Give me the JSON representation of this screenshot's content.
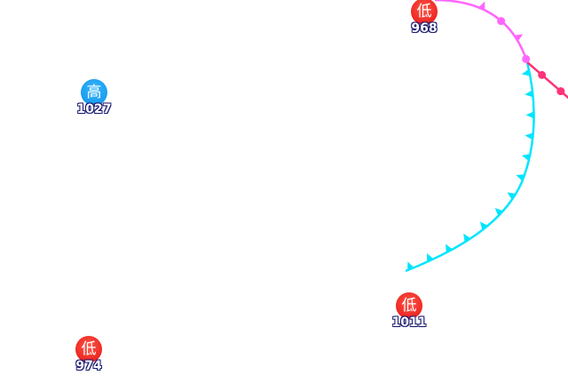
{
  "pressure_centers": [
    {
      "type": "low",
      "label": "低",
      "value": "968"
    },
    {
      "type": "high",
      "label": "高",
      "value": "1027"
    },
    {
      "type": "low",
      "label": "低",
      "value": "1011"
    },
    {
      "type": "low",
      "label": "低",
      "value": "974"
    }
  ],
  "fronts": [
    {
      "type": "occluded",
      "color": "#ff66ff"
    },
    {
      "type": "cold",
      "color": "#00e5ff"
    },
    {
      "type": "warm",
      "color": "#ff3377"
    }
  ]
}
